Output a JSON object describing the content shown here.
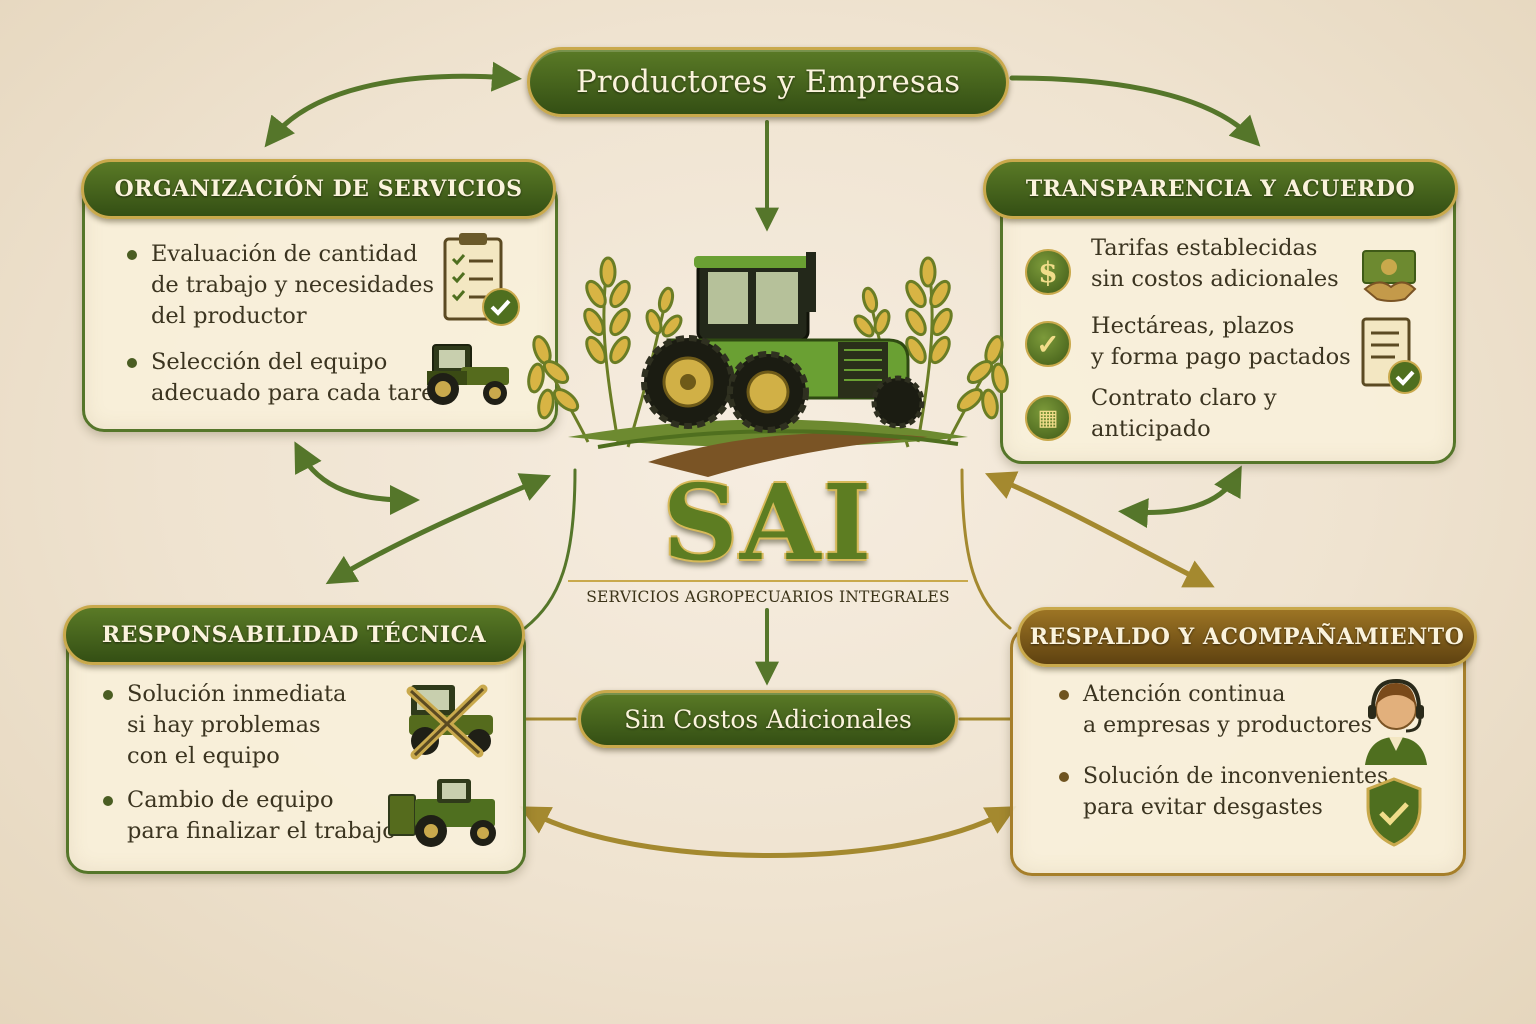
{
  "header": {
    "title": "Productores y Empresas"
  },
  "brand": {
    "name": "SAI",
    "tagline": "SERVICIOS AGROPECUARIOS INTEGRALES",
    "colors": {
      "green": "#4f6f1f",
      "dark_green": "#344f14",
      "gold": "#c9a94c",
      "brown": "#7a5425"
    }
  },
  "center_label": "Sin Costos Adicionales",
  "panels": {
    "organizacion": {
      "title": "ORGANIZACIÓN DE SERVICIOS",
      "items": [
        {
          "text": "Evaluación de cantidad\nde trabajo y necesidades\ndel productor",
          "icon": "checklist-icon"
        },
        {
          "text": "Selección del equipo\nadecuado para cada tarea",
          "icon": "tractor-icon"
        }
      ]
    },
    "transparencia": {
      "title": "TRANSPARENCIA Y ACUERDO",
      "items": [
        {
          "text": "Tarifas establecidas\nsin costos adicionales",
          "icon": "dollar-icon"
        },
        {
          "text": "Hectáreas, plazos\ny forma pago pactados",
          "icon": "check-icon"
        },
        {
          "text": "Contrato claro y\nanticipado",
          "icon": "calendar-icon"
        }
      ]
    },
    "responsabilidad": {
      "title": "RESPONSABILIDAD TÉCNICA",
      "items": [
        {
          "text": "Solución inmediata\nsi hay problemas\ncon el equipo",
          "icon": "tools-icon"
        },
        {
          "text": "Cambio de equipo\npara finalizar el trabajo",
          "icon": "harvester-icon"
        }
      ]
    },
    "respaldo": {
      "title": "RESPALDO Y ACOMPAÑAMIENTO",
      "items": [
        {
          "text": "Atención continua\na empresas y productores",
          "icon": "support-agent-icon"
        },
        {
          "text": "Solución de inconvenientes\npara evitar desgastes",
          "icon": "shield-check-icon"
        }
      ]
    }
  }
}
